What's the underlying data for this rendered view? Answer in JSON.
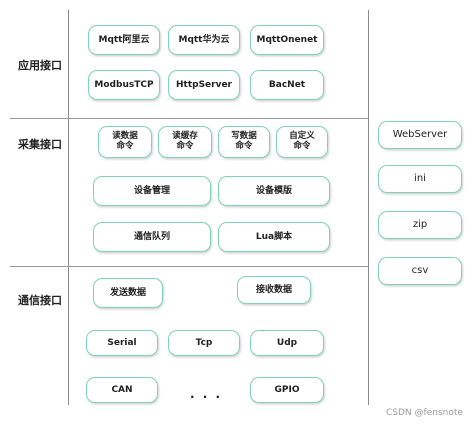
{
  "sections": {
    "app": {
      "label": "应用接口"
    },
    "collect": {
      "label": "采集接口"
    },
    "comm": {
      "label": "通信接口"
    }
  },
  "app_boxes": [
    "Mqtt阿里云",
    "Mqtt华为云",
    "MqttOnenet",
    "ModbusTCP",
    "HttpServer",
    "BacNet"
  ],
  "collect_small": [
    "读数据\n命令",
    "读缓存\n命令",
    "写数据\n命令",
    "自定义\n命令"
  ],
  "collect_large": [
    "设备管理",
    "设备模版",
    "通信队列",
    "Lua脚本"
  ],
  "comm_boxes": [
    "发送数据",
    "接收数据",
    "Serial",
    "Tcp",
    "Udp",
    "CAN",
    "GPIO"
  ],
  "ellipsis": "· · ·",
  "side_boxes": [
    "WebServer",
    "ini",
    "zip",
    "csv"
  ],
  "watermark": "CSDN @fensnote"
}
